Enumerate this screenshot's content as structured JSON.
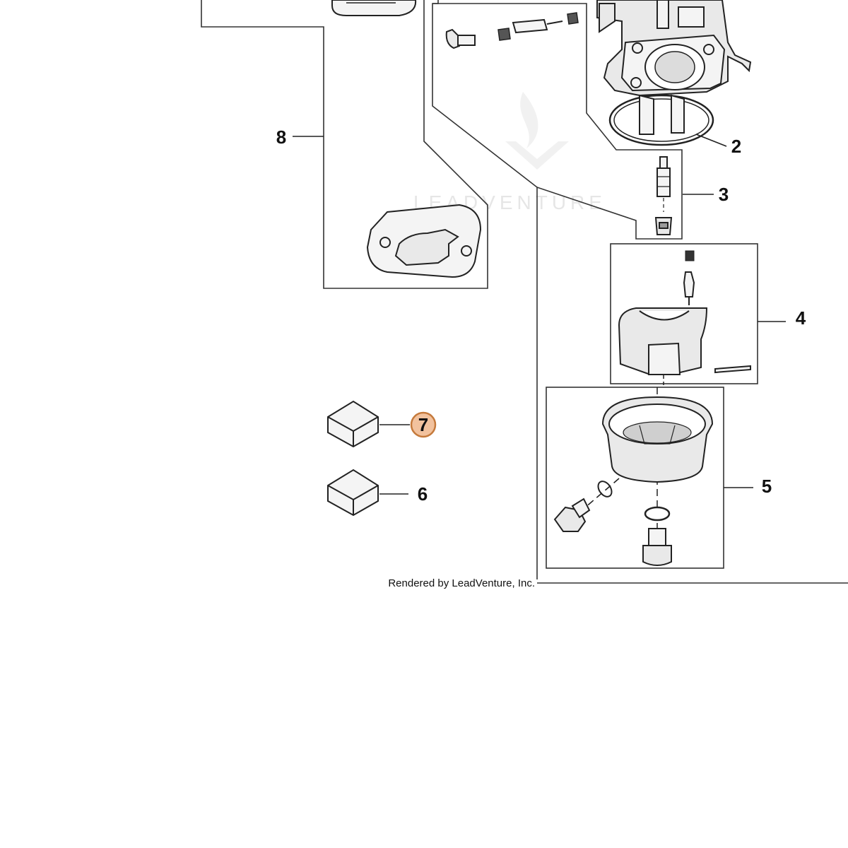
{
  "callouts": [
    {
      "id": "2",
      "label": "2"
    },
    {
      "id": "3",
      "label": "3"
    },
    {
      "id": "4",
      "label": "4"
    },
    {
      "id": "5",
      "label": "5"
    },
    {
      "id": "6",
      "label": "6"
    },
    {
      "id": "7",
      "label": "7",
      "highlighted": true
    },
    {
      "id": "8",
      "label": "8"
    }
  ],
  "credit": "Rendered by LeadVenture, Inc.",
  "watermark": "LEADVENTURE",
  "colors": {
    "highlight_fill": "#f2c29e",
    "highlight_stroke": "#c57a3c",
    "line": "#222222",
    "part_fill": "#e9e9e9"
  }
}
